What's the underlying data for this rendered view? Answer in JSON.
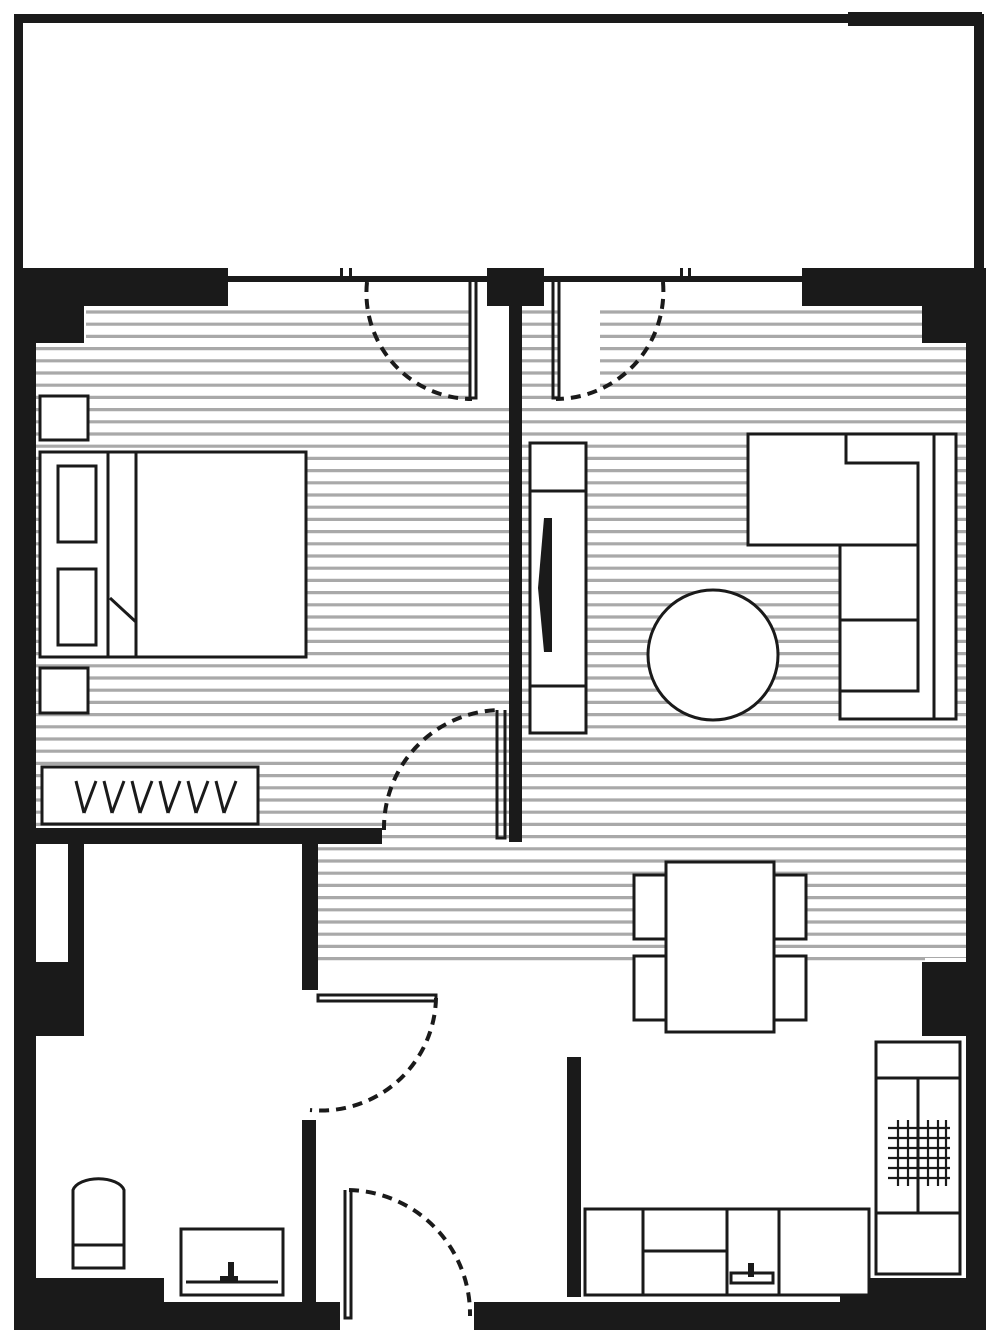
{
  "plan": {
    "rooms": [
      "balcony",
      "bedroom",
      "living-room",
      "dining-area",
      "kitchen",
      "bathroom",
      "entrance-hall",
      "closet"
    ],
    "colors": {
      "wall": "#1a1a1a",
      "floor_lines": "#a9a9a9",
      "background": "#ffffff"
    }
  }
}
